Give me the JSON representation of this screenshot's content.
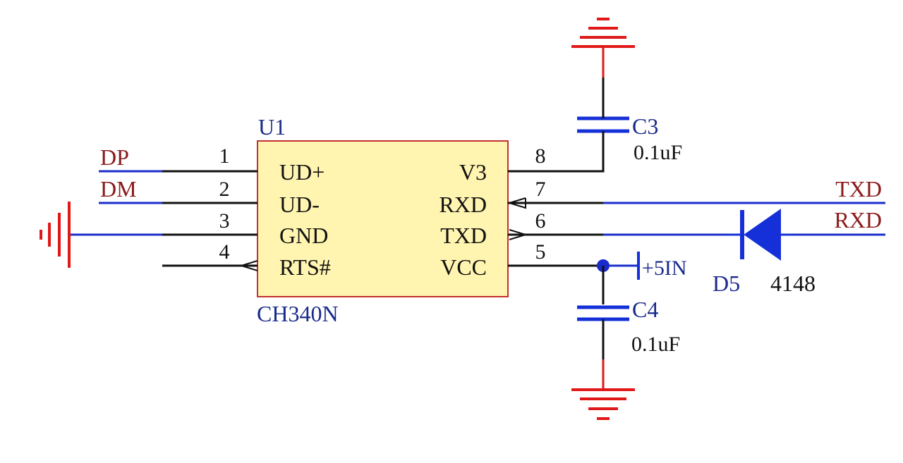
{
  "colors": {
    "wire": "#111111",
    "net_label": "#8b1a1a",
    "component_label": "#1a2a8c",
    "ground": "#e01818",
    "component_blue": "#1530d8",
    "chip_fill": "#fff4b0",
    "chip_border": "#c33030"
  },
  "chip": {
    "designator": "U1",
    "part_number": "CH340N",
    "left_pins": [
      {
        "number": "1",
        "name": "UD+"
      },
      {
        "number": "2",
        "name": "UD-"
      },
      {
        "number": "3",
        "name": "GND"
      },
      {
        "number": "4",
        "name": "RTS#"
      }
    ],
    "right_pins": [
      {
        "number": "8",
        "name": "V3"
      },
      {
        "number": "7",
        "name": "RXD"
      },
      {
        "number": "6",
        "name": "TXD"
      },
      {
        "number": "5",
        "name": "VCC"
      }
    ]
  },
  "nets": {
    "dp": "DP",
    "dm": "DM",
    "txd": "TXD",
    "rxd": "RXD",
    "power": "+5IN"
  },
  "capacitors": {
    "c3": {
      "designator": "C3",
      "value": "0.1uF"
    },
    "c4": {
      "designator": "C4",
      "value": "0.1uF"
    }
  },
  "diode": {
    "designator": "D5",
    "part_number": "4148"
  },
  "icons": [
    "ground-icon",
    "capacitor-icon",
    "diode-icon",
    "power-port-icon",
    "junction-dot-icon",
    "input-arrow-icon",
    "output-arrow-icon"
  ]
}
